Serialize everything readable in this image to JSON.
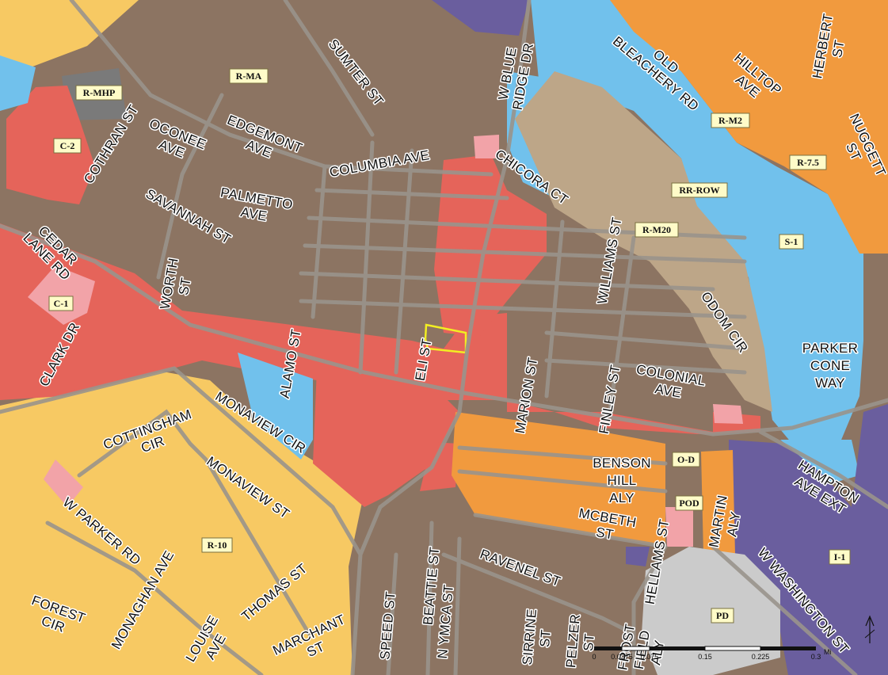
{
  "zones": {
    "c2": "C-2",
    "rmhp": "R-MHP",
    "rma": "R-MA",
    "rm2": "R-M2",
    "r75": "R-7.5",
    "rrrow": "RR-ROW",
    "rm20": "R-M20",
    "s1": "S-1",
    "c1": "C-1",
    "od": "O-D",
    "pod": "POD",
    "r10": "R-10",
    "i1": "I-1",
    "pd": "PD"
  },
  "streets": {
    "sumter": [
      "SUMTER ST"
    ],
    "wblueridge": [
      "W BLUE",
      "RIDGE DR"
    ],
    "oldbleachery": [
      "OLD",
      "BLEACHERY RD"
    ],
    "hilltop": [
      "HILLTOP",
      "AVE"
    ],
    "herbert": [
      "HERBERT",
      "ST"
    ],
    "cothran": [
      "COTHRAN ST"
    ],
    "oconee": [
      "OCONEE",
      "AVE"
    ],
    "edgemont": [
      "EDGEMONT",
      "AVE"
    ],
    "columbia": [
      "COLUMBIA AVE"
    ],
    "chicora": [
      "CHICORA CT"
    ],
    "nuggett": [
      "NUGGETT",
      "ST"
    ],
    "savannah": [
      "SAVANNAH ST"
    ],
    "palmetto": [
      "PALMETTO",
      "AVE"
    ],
    "williams": [
      "WILLIAMS ST"
    ],
    "cedarlane": [
      "CEDAR",
      "LANE RD"
    ],
    "worth": [
      "WORTH",
      "ST"
    ],
    "odom": [
      "ODOM CIR"
    ],
    "clark": [
      "CLARK DR"
    ],
    "alamo": [
      "ALAMO ST"
    ],
    "eli": [
      "ELI ST"
    ],
    "marion": [
      "MARION ST"
    ],
    "finley": [
      "FINLEY ST"
    ],
    "colonial": [
      "COLONIAL",
      "AVE"
    ],
    "parkercone": [
      "PARKER",
      "CONE",
      "WAY"
    ],
    "monaviewcir": [
      "MONAVIEW CIR"
    ],
    "cottingham": [
      "COTTINGHAM",
      "CIR"
    ],
    "monaviewst": [
      "MONAVIEW ST"
    ],
    "bensonhill": [
      "BENSON",
      "HILL",
      "ALY"
    ],
    "hampton": [
      "HAMPTON",
      "AVE EXT"
    ],
    "wparker": [
      "W PARKER RD"
    ],
    "mcbeth": [
      "MCBETH",
      "ST"
    ],
    "hellams": [
      "HELLAMS ST"
    ],
    "martin": [
      "MARTIN",
      "ALY"
    ],
    "ravenel": [
      "RAVENEL ST"
    ],
    "beattie": [
      "BEATTIE ST"
    ],
    "monaghan": [
      "MONAGHAN AVE"
    ],
    "forest": [
      "FOREST",
      "CIR"
    ],
    "thomas": [
      "THOMAS ST"
    ],
    "speed": [
      "SPEED ST"
    ],
    "nymca": [
      "N YMCA ST"
    ],
    "sirrine": [
      "SIRRINE",
      "ST"
    ],
    "pelzer": [
      "PELZER",
      "ST"
    ],
    "frostfield": [
      "FROST",
      "FIELD",
      "ALY"
    ],
    "washington": [
      "W WASHINGTON ST"
    ],
    "louise": [
      "LOUISE",
      "AVE"
    ],
    "marchant": [
      "MARCHANT",
      "ST"
    ]
  },
  "scale_bar": {
    "ticks": [
      "0",
      "0.0375",
      "0.075",
      "0.15",
      "0.225",
      "0.3"
    ],
    "units": "Mi"
  },
  "colors": {
    "residential_single": "#f7c963",
    "residential_multi": "#f19a3e",
    "commercial": "#e5645a",
    "office": "#f2a3a8",
    "floodplain_water": "#71c1ec",
    "industrial": "#6a5e9e",
    "planned_dev": "#cbcbcb",
    "base_aerial": "#8c7462",
    "railroad_row": "#bda688",
    "manufactured_home": "#7a7a7a",
    "highlight_parcel": "#f2ee22"
  }
}
